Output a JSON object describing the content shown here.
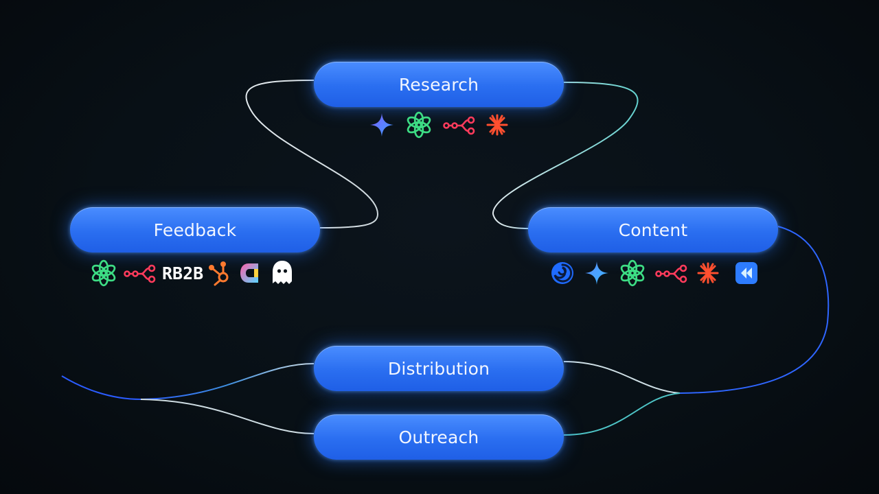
{
  "nodes": {
    "research": "Research",
    "feedback": "Feedback",
    "content": "Content",
    "distribution": "Distribution",
    "outreach": "Outreach"
  },
  "icon_rows": {
    "research": [
      "sparkle-icon",
      "openai-icon",
      "workflow-icon",
      "asterisk-icon"
    ],
    "feedback": [
      "openai-icon",
      "workflow-icon",
      "rb2b-logo",
      "hubspot-icon",
      "magnet-icon",
      "ghost-icon"
    ],
    "content": [
      "swirl-icon",
      "sparkle-icon",
      "openai-icon",
      "workflow-icon",
      "asterisk-icon",
      "rewind-icon"
    ]
  },
  "logos": {
    "rb2b": "RB2B"
  },
  "colors": {
    "background": "#081016",
    "node": "#2f74f5",
    "connector_light": "#d6e3ea",
    "connector_teal": "#5fd0d0",
    "connector_blue": "#2f66ff",
    "openai_green": "#3ddc84",
    "workflow_red": "#ff3b5c",
    "asterisk_orange": "#ff4f2f",
    "hubspot_orange": "#ff7a2f"
  }
}
